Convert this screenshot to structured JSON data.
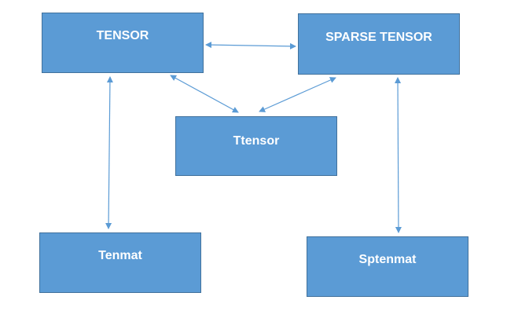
{
  "diagram": {
    "nodes": {
      "tensor": "TENSOR",
      "sparse_tensor": "SPARSE TENSOR",
      "ttensor": "Ttensor",
      "tenmat": "Tenmat",
      "sptenmat": "Sptenmat"
    },
    "edges": [
      {
        "from": "tensor",
        "to": "sparse_tensor",
        "direction": "bidirectional"
      },
      {
        "from": "tensor",
        "to": "ttensor",
        "direction": "bidirectional"
      },
      {
        "from": "sparse_tensor",
        "to": "ttensor",
        "direction": "bidirectional"
      },
      {
        "from": "tensor",
        "to": "tenmat",
        "direction": "bidirectional"
      },
      {
        "from": "sparse_tensor",
        "to": "sptenmat",
        "direction": "bidirectional"
      }
    ],
    "colors": {
      "node_fill": "#5b9bd5",
      "node_border": "#41719c",
      "node_text": "#ffffff",
      "connector": "#5b9bd5"
    }
  }
}
